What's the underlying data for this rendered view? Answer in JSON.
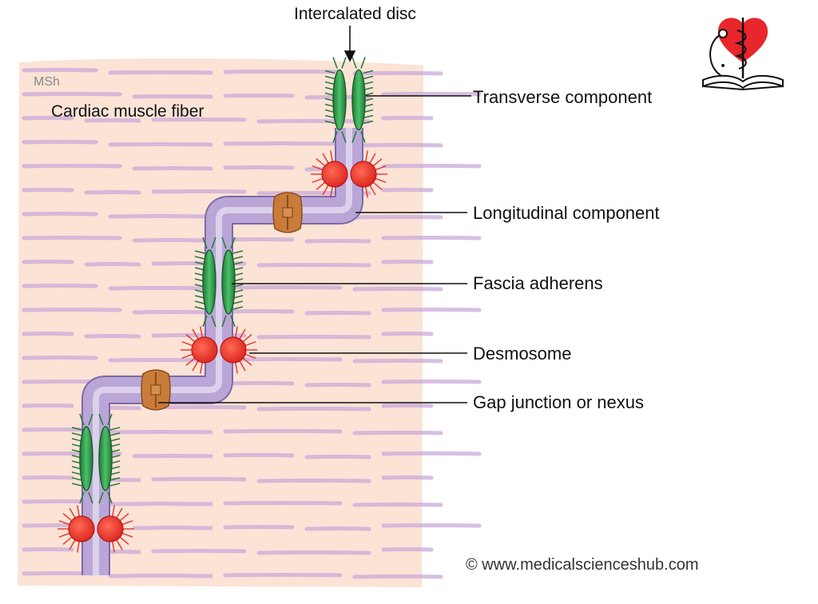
{
  "diagram": {
    "watermark": "MSh",
    "region_label": "Cardiac muscle fiber",
    "callouts": {
      "intercalated_disc": "Intercalated disc",
      "transverse": "Transverse component",
      "longitudinal": "Longitudinal component",
      "fascia": "Fascia adherens",
      "desmosome": "Desmosome",
      "gap_junction": "Gap junction or nexus"
    },
    "copyright": "© www.medicalscienceshub.com",
    "colors": {
      "fiber_background": "#fbe3d6",
      "striation": "#c9a9d8",
      "disc": "#b9a6d6",
      "fascia_green": "#2e9a4a",
      "desmosome_red": "#e8302a",
      "gap_brown": "#c97b3a",
      "logo_heart": "#e8262b"
    },
    "icons": [
      "caduceus-heart-logo",
      "open-book-icon"
    ]
  }
}
